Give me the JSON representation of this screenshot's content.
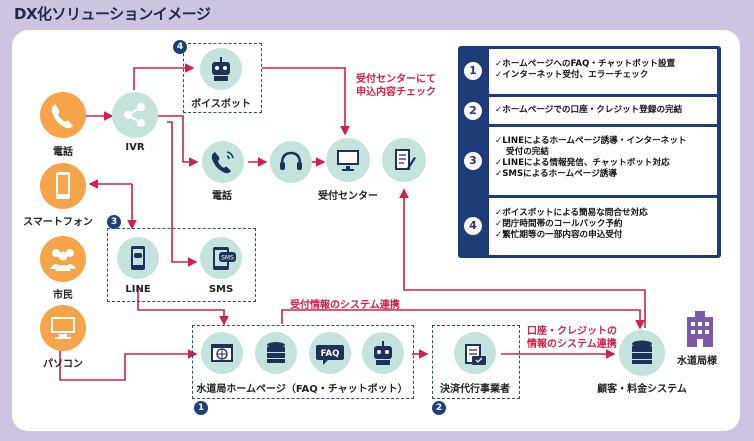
{
  "title": "DX化ソリューションイメージ",
  "nodes": {
    "denwa_left": "電話",
    "ivr": "IVR",
    "voicebot": "ボイスボット",
    "denwa_mid": "電話",
    "uketsuke": "受付センター",
    "smartphone": "スマートフォン",
    "shimin": "市民",
    "pasokon": "パソコン",
    "line": "LINE",
    "sms": "SMS",
    "homepage": "水道局ホームページ（FAQ・チャットボット）",
    "kessai": "決済代行事業者",
    "kokyaku": "顧客・料金システム",
    "suidokyoku": "水道局様"
  },
  "icon_text": {
    "faq": "FAQ",
    "sms": "SMS"
  },
  "annotations": {
    "uketsuke_check_1": "受付センターにて",
    "uketsuke_check_2": "申込内容チェック",
    "system_renkei": "受付情報のシステム連携",
    "kouza_1": "口座・クレジットの",
    "kouza_2": "情報のシステム連携"
  },
  "badges": {
    "b4": "4",
    "b3": "3",
    "b1": "1",
    "b2": "2"
  },
  "legend": [
    {
      "num": "1",
      "lines": [
        "✓ホームページへのFAQ・チャットボット設置",
        "✓インターネット受付、エラーチェック"
      ]
    },
    {
      "num": "2",
      "lines": [
        "✓ホームページでの口座・クレジット登録の完結"
      ]
    },
    {
      "num": "3",
      "lines": [
        "✓LINEによるホームページ誘導・インターネット",
        "受付の完結",
        "✓LINEによる情報発信、チャットボット対応",
        "✓SMSによるホームページ誘導"
      ]
    },
    {
      "num": "4",
      "lines": [
        "✓ボイスボットによる簡易な問合せ対応",
        "✓閉庁時間帯のコールバック予約",
        "✓繁忙期等の一部内容の申込受付"
      ]
    }
  ],
  "colors": {
    "accent_red": "#d1204a",
    "navy": "#1e3d78",
    "orange": "#f5a44a",
    "teal": "#c3e3dc",
    "building": "#7b5aa6"
  }
}
